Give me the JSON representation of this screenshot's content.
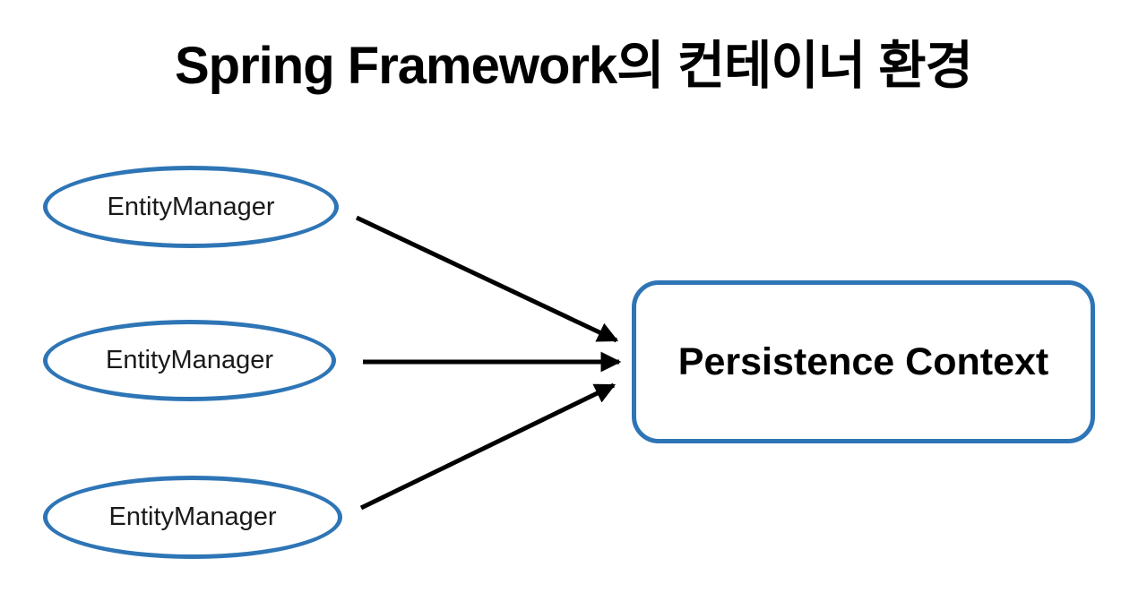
{
  "diagram": {
    "title": "Spring Framework의 컨테이너 환경",
    "entity_managers": [
      {
        "label": "EntityManager"
      },
      {
        "label": "EntityManager"
      },
      {
        "label": "EntityManager"
      }
    ],
    "persistence_context": {
      "label": "Persistence Context"
    },
    "relations": [
      {
        "from": "entity-manager-1",
        "to": "persistence-context"
      },
      {
        "from": "entity-manager-2",
        "to": "persistence-context"
      },
      {
        "from": "entity-manager-3",
        "to": "persistence-context"
      }
    ],
    "colors": {
      "shape_border": "#2E75B6",
      "arrow": "#000000",
      "title_text": "#000000",
      "label_text": "#1A1A1A",
      "background": "#FFFFFF"
    }
  }
}
